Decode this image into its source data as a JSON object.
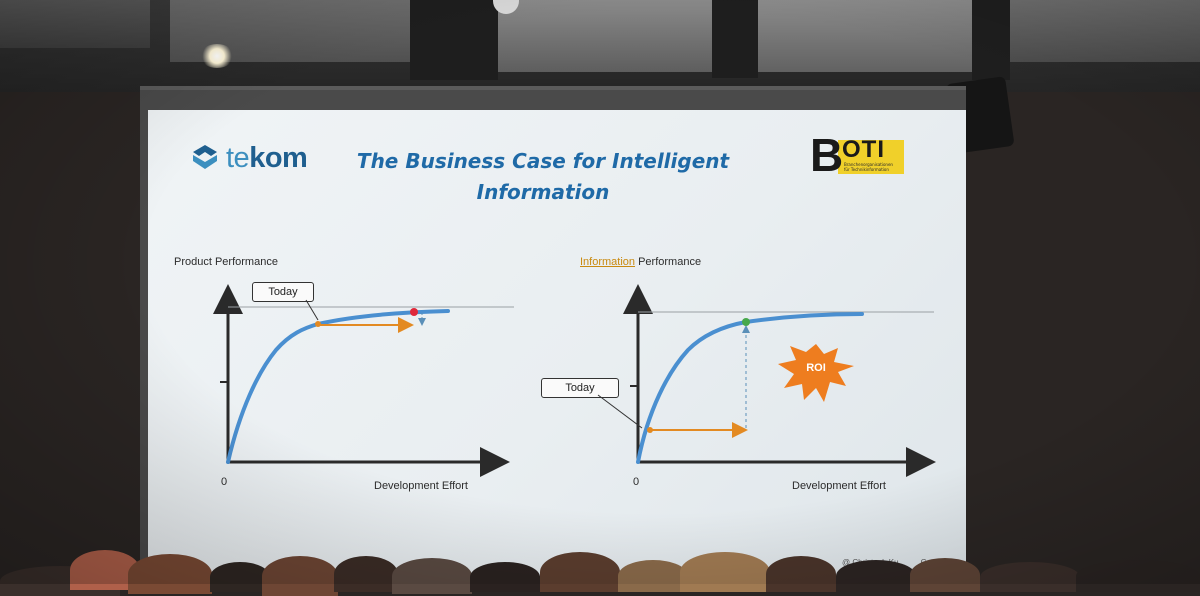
{
  "slide": {
    "title_line1": "The Business Case for Intelligent",
    "title_line2": "Information",
    "logo_left": {
      "part1": "te",
      "part2": "kom"
    },
    "logo_right": {
      "letter": "B",
      "letters": "OTI",
      "subtitle_line1": "Branchenorganisationen",
      "subtitle_line2": "für Technikinformation"
    },
    "copyright": "@ Christoph Ku",
    "copyright_end": "Germany"
  },
  "left_chart": {
    "ylabel": "Product Performance",
    "xlabel": "Development Effort",
    "origin": "0",
    "callout": "Today"
  },
  "right_chart": {
    "ylabel_highlight": "Information",
    "ylabel_rest": "Performance",
    "xlabel": "Development Effort",
    "origin": "0",
    "callout": "Today",
    "badge": "ROI"
  },
  "colors": {
    "curve": "#4a8fd0",
    "arrow_orange": "#e38a22",
    "dot_red": "#e0283a",
    "dot_green": "#46a84a",
    "roi_star": "#ee7d1f",
    "title_blue": "#1f6aa7",
    "boti_yellow": "#f0d02a"
  }
}
